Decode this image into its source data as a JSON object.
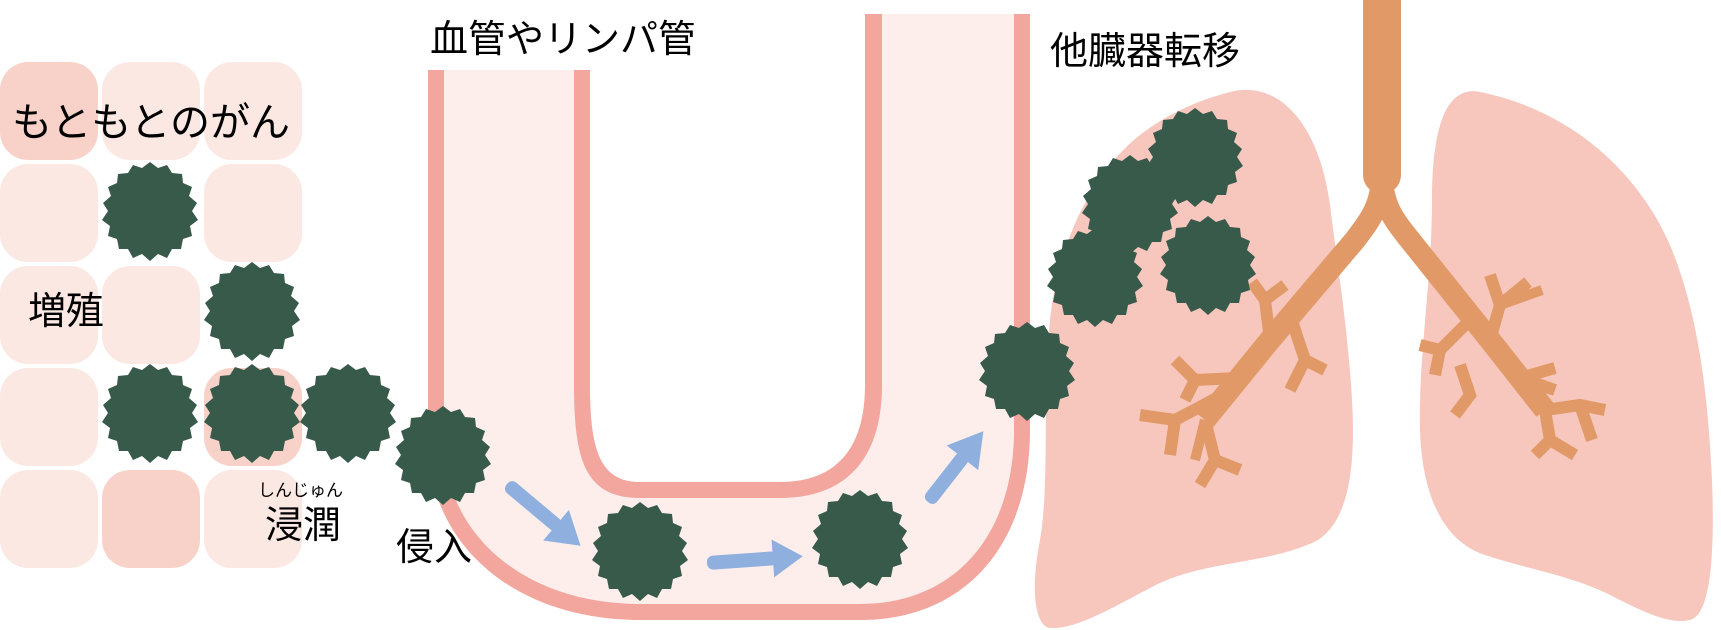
{
  "labels": {
    "original_cancer": "もともとのがん",
    "proliferation": "増殖",
    "infiltration": "浸潤",
    "infiltration_ruby": "しんじゅん",
    "invasion": "侵入",
    "vessel": "血管やリンパ管",
    "metastasis": "他臓器転移"
  },
  "icons": {
    "cancer_cell": "cancer-cell-icon",
    "arrow": "arrow-icon",
    "lung": "lung-icon",
    "bronchus": "bronchus-icon",
    "vessel": "vessel-icon"
  },
  "colors": {
    "cancer_cell": "#375a4b",
    "tissue_light": "#fbe8e3",
    "tissue_mid": "#f8d2c8",
    "vessel_wall": "#f2a69d",
    "vessel_fill": "#fdeeec",
    "lung": "#f7c6bd",
    "bronchus": "#e19a67",
    "arrow": "#8fb0df",
    "text": "#000000"
  }
}
